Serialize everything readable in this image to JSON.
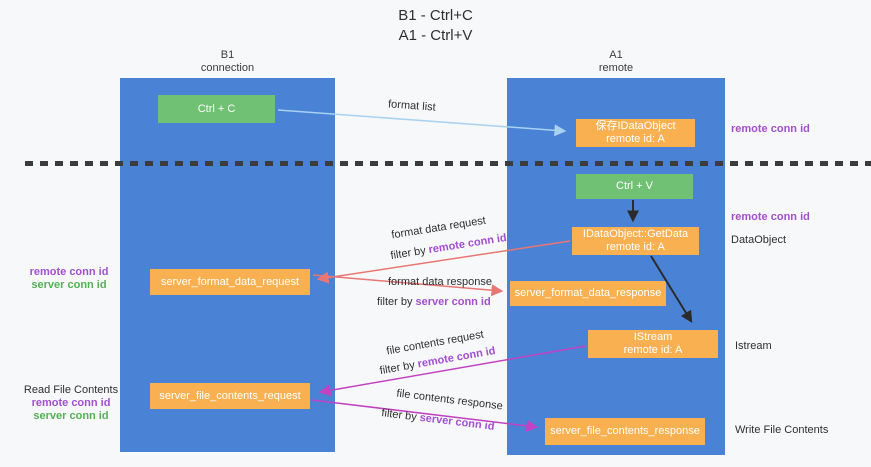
{
  "title": {
    "line1": "B1 - Ctrl+C",
    "line2": "A1 - Ctrl+V"
  },
  "lanes": {
    "left": {
      "title": "B1",
      "subtitle": "connection"
    },
    "right": {
      "title": "A1",
      "subtitle": "remote"
    }
  },
  "nodes": {
    "ctrl_c": {
      "label": "Ctrl + C"
    },
    "ctrl_v": {
      "label": "Ctrl + V"
    },
    "save_dataobject": {
      "line1": "保存IDataObject",
      "line2": "remote id: A"
    },
    "getdata": {
      "line1": "IDataObject::GetData",
      "line2": "remote id: A"
    },
    "istream": {
      "line1": "IStream",
      "line2": "remote id: A"
    },
    "server_format_data_request": {
      "label": "server_format_data_request"
    },
    "server_format_data_response": {
      "label": "server_format_data_response"
    },
    "server_file_contents_request": {
      "label": "server_file_contents_request"
    },
    "server_file_contents_response": {
      "label": "server_file_contents_response"
    }
  },
  "arrow_labels": {
    "format_list": "format list",
    "format_data_request": "format data request",
    "format_data_request_filter": {
      "prefix": "filter by ",
      "value": "remote conn id"
    },
    "format_data_response": "format data response",
    "format_data_response_filter": {
      "prefix": "filter by ",
      "value": "server conn id"
    },
    "file_contents_request": "file contents request",
    "file_contents_request_filter": {
      "prefix": "filter by ",
      "value": "remote conn id"
    },
    "file_contents_response": "file contents response",
    "file_contents_response_filter": {
      "prefix": "filter by ",
      "value": "server conn id"
    }
  },
  "side_labels": {
    "right_remote_conn_id_top": "remote conn id",
    "right_remote_conn_id_mid": "remote conn id",
    "data_object": "DataObject",
    "istream": "Istream",
    "write_file_contents": "Write File Contents",
    "read_file_contents": "Read File Contents",
    "left_format_remote": "remote conn id",
    "left_format_server": "server conn id",
    "left_file_remote": "remote conn id",
    "left_file_server": "server conn id"
  },
  "colors": {
    "lane_blue": "#4a83d6",
    "node_orange": "#f9b051",
    "node_green": "#71c174",
    "arrow_lightblue": "#a8d2f0",
    "arrow_black": "#2b2b2b",
    "arrow_salmon": "#e87673",
    "arrow_magenta": "#c143c1",
    "text_purple": "#a24fd0",
    "text_green": "#52b152"
  }
}
